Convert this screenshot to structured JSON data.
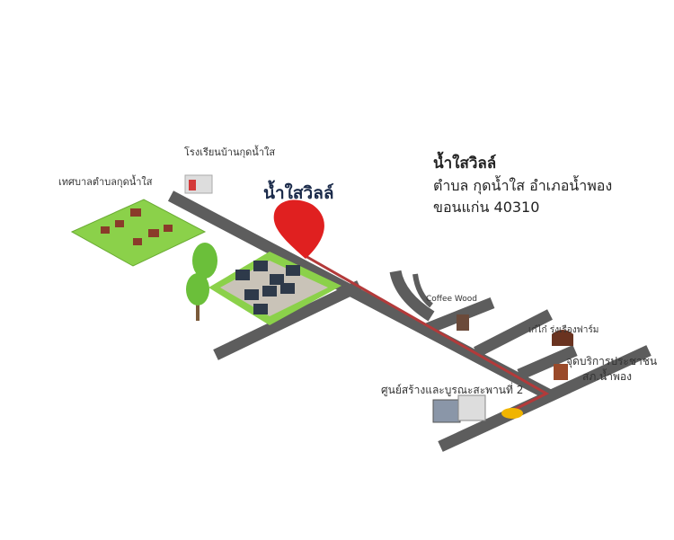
{
  "title": "น้ำใสวิลล์",
  "address": {
    "line1": "ตำบล กุดน้ำใส อำเภอน้ำพอง",
    "line2": "ขอนแก่น 40310"
  },
  "pin_label": "น้ำใสวิลล์",
  "landmarks": {
    "school": "โรงเรียนบ้านกุดน้ำใส",
    "municipality": "เทศบาลตำบลกุดน้ำใส",
    "coffee": "Coffee Wood",
    "farm": "เก๋ไก๋ รุ่งเรืองฟาร์ม",
    "police_1": "จุดบริการประชาชน",
    "police_2": "สภ.น้ำพอง",
    "bridge_center": "ศูนย์สร้างและบูรณะสะพานที่ 2"
  },
  "colors": {
    "road": "#5a5a5a",
    "route": "#b33a3a",
    "pin": "#e02020",
    "grass": "#8bd14a"
  }
}
